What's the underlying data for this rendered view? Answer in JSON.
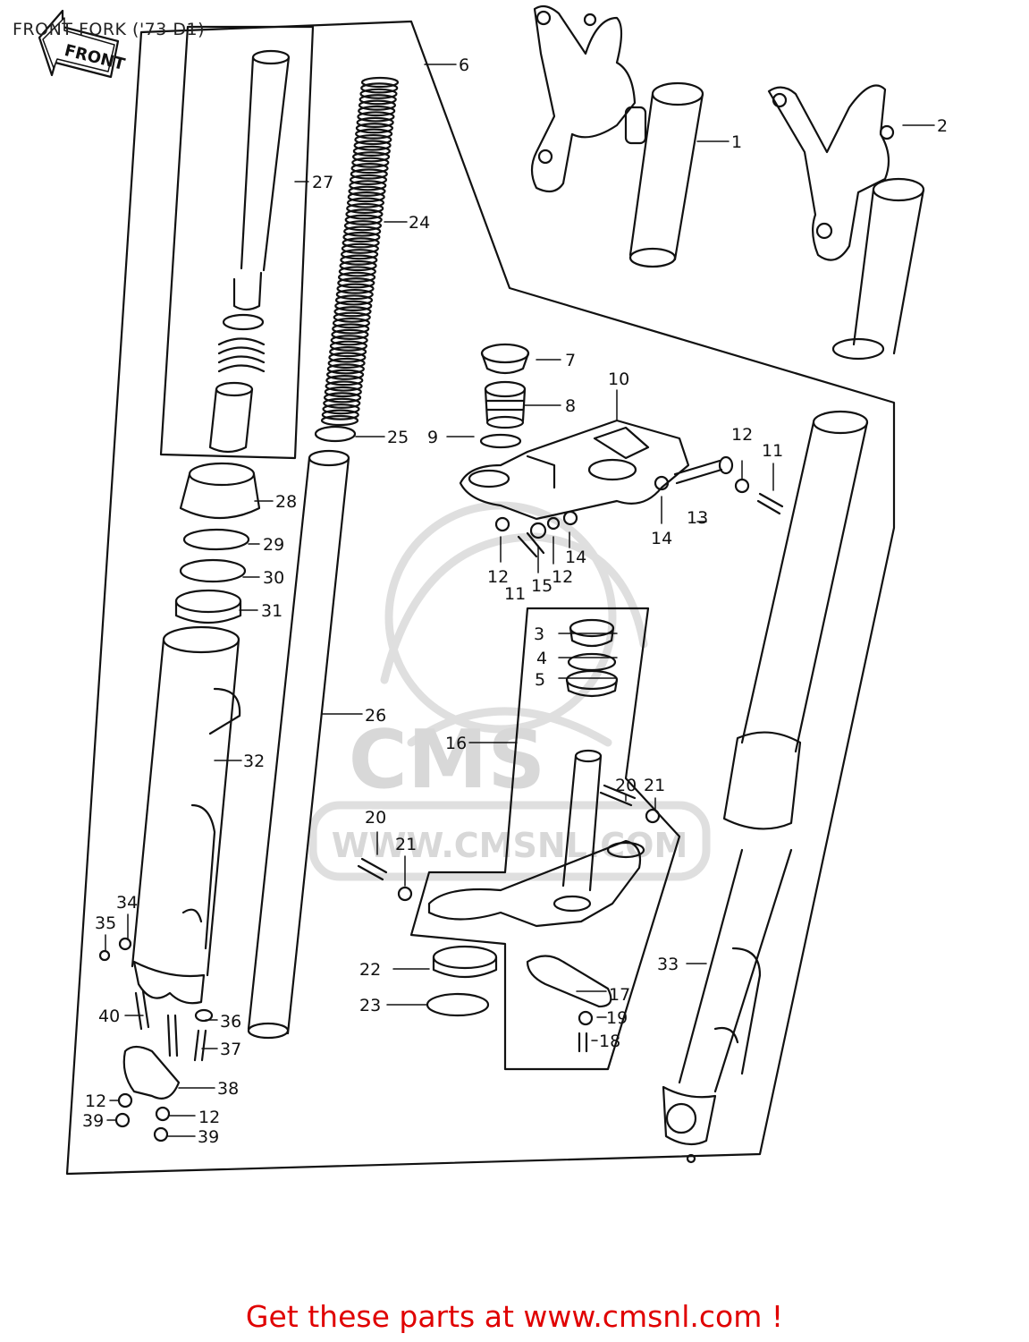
{
  "title": "FRONT FORK ('73 D1)",
  "front_arrow_label": "FRONT",
  "watermark": {
    "brand": "CMS",
    "url": "WWW.CMSNL.COM"
  },
  "footer": "Get these parts at www.cmsnl.com !",
  "callouts": {
    "c1": "1",
    "c2": "2",
    "c3": "3",
    "c4": "4",
    "c5": "5",
    "c6": "6",
    "c7": "7",
    "c8": "8",
    "c9": "9",
    "c10": "10",
    "c11a": "11",
    "c11b": "11",
    "c12a": "12",
    "c12b": "12",
    "c12c": "12",
    "c12d": "12",
    "c12e": "12",
    "c13": "13",
    "c14a": "14",
    "c14b": "14",
    "c15": "15",
    "c16": "16",
    "c17": "17",
    "c18": "18",
    "c19": "19",
    "c20a": "20",
    "c20b": "20",
    "c21a": "21",
    "c21b": "21",
    "c22": "22",
    "c23": "23",
    "c24": "24",
    "c25": "25",
    "c26": "26",
    "c27": "27",
    "c28": "28",
    "c29": "29",
    "c30": "30",
    "c31": "31",
    "c32": "32",
    "c33": "33",
    "c34": "34",
    "c35": "35",
    "c36": "36",
    "c37": "37",
    "c38": "38",
    "c39a": "39",
    "c39b": "39",
    "c40": "40"
  },
  "colors": {
    "line": "#111111",
    "footer": "#e00000",
    "watermark": "#d8d8d8"
  }
}
